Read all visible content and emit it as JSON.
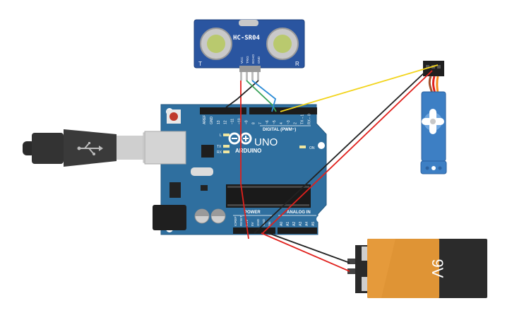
{
  "sensor": {
    "label": "HC-SR04",
    "pins": [
      "VCC",
      "TRIG",
      "ECHO",
      "GND"
    ],
    "left_mark": "T",
    "right_mark": "R"
  },
  "arduino": {
    "brand": "ARDUINO",
    "model": "UNO",
    "digital_label": "DIGITAL (PWM~)",
    "top_pins": [
      "AREF",
      "GND",
      "13",
      "12",
      "~11",
      "~10",
      "~9",
      "8",
      "7",
      "~6",
      "~5",
      "4",
      "~3",
      "2",
      "TX→1",
      "RX←0"
    ],
    "power_label": "POWER",
    "analog_label": "ANALOG IN",
    "power_pins": [
      "IOREF",
      "RESET",
      "3.3V",
      "5V",
      "GND",
      "GND",
      "Vin"
    ],
    "analog_pins": [
      "A0",
      "A1",
      "A2",
      "A3",
      "A4",
      "A5"
    ],
    "led_labels": [
      "L",
      "TX",
      "RX"
    ],
    "on_label": "ON"
  },
  "battery": {
    "label": "9V"
  },
  "colors": {
    "board": "#2f6f9f",
    "servo": "#3d7fc4",
    "wire_red": "#e0201c",
    "wire_black": "#222222",
    "wire_yellow": "#f2d41c",
    "wire_green": "#3aa35a",
    "wire_blue": "#2a8ad6",
    "battery_body": "#e59a3b"
  }
}
